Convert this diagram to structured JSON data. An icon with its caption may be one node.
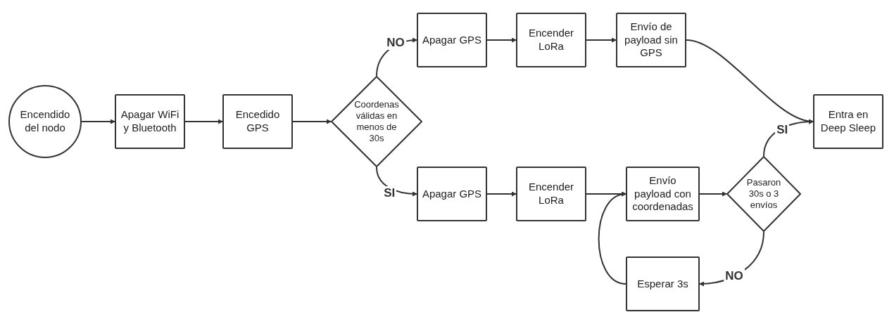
{
  "diagram": {
    "nodes": [
      {
        "text": [
          "Encendido del nodo"
        ]
      },
      {
        "text": [
          "Apagar WiFi y Bluetooth"
        ]
      },
      {
        "text": [
          "Encedido GPS"
        ]
      },
      {
        "text": [
          "Coordenas válidas en menos de 30s"
        ]
      },
      {
        "text": [
          "Apagar GPS"
        ]
      },
      {
        "text": [
          "Encender LoRa"
        ]
      },
      {
        "text": [
          "Envío de payload sin GPS"
        ]
      },
      {
        "text": [
          "Entra en Deep Sleep"
        ]
      },
      {
        "text": [
          "Apagar GPS"
        ]
      },
      {
        "text": [
          "Encender LoRa"
        ]
      },
      {
        "text": [
          "Envío payload con coordenadas"
        ]
      },
      {
        "text": [
          "Pasaron 30s o 3 envíos"
        ]
      },
      {
        "text": [
          "Esperar 3s"
        ]
      }
    ],
    "edges": [
      {
        "from": 0,
        "to": 1,
        "arrow": "to"
      },
      {
        "from": 1,
        "to": 2,
        "arrow": "to"
      },
      {
        "from": 2,
        "to": 3,
        "arrow": "to"
      },
      {
        "from": 3,
        "to": 4,
        "arrow": "to",
        "label": "NO"
      },
      {
        "from": 3,
        "to": 8,
        "arrow": "to",
        "label": "SI"
      },
      {
        "from": 4,
        "to": 5,
        "arrow": "to"
      },
      {
        "from": 5,
        "to": 6,
        "arrow": "to"
      },
      {
        "from": 6,
        "to": 7,
        "arrow": "to"
      },
      {
        "from": 8,
        "to": 9,
        "arrow": "to"
      },
      {
        "from": 9,
        "to": 10,
        "arrow": "to"
      },
      {
        "from": 10,
        "to": 11,
        "arrow": "to"
      },
      {
        "from": 11,
        "to": 7,
        "arrow": "to",
        "label": "SI"
      },
      {
        "from": 11,
        "to": 12,
        "arrow": "to",
        "label": "NO"
      },
      {
        "from": 12,
        "to": 10,
        "arrow": "to"
      }
    ]
  }
}
